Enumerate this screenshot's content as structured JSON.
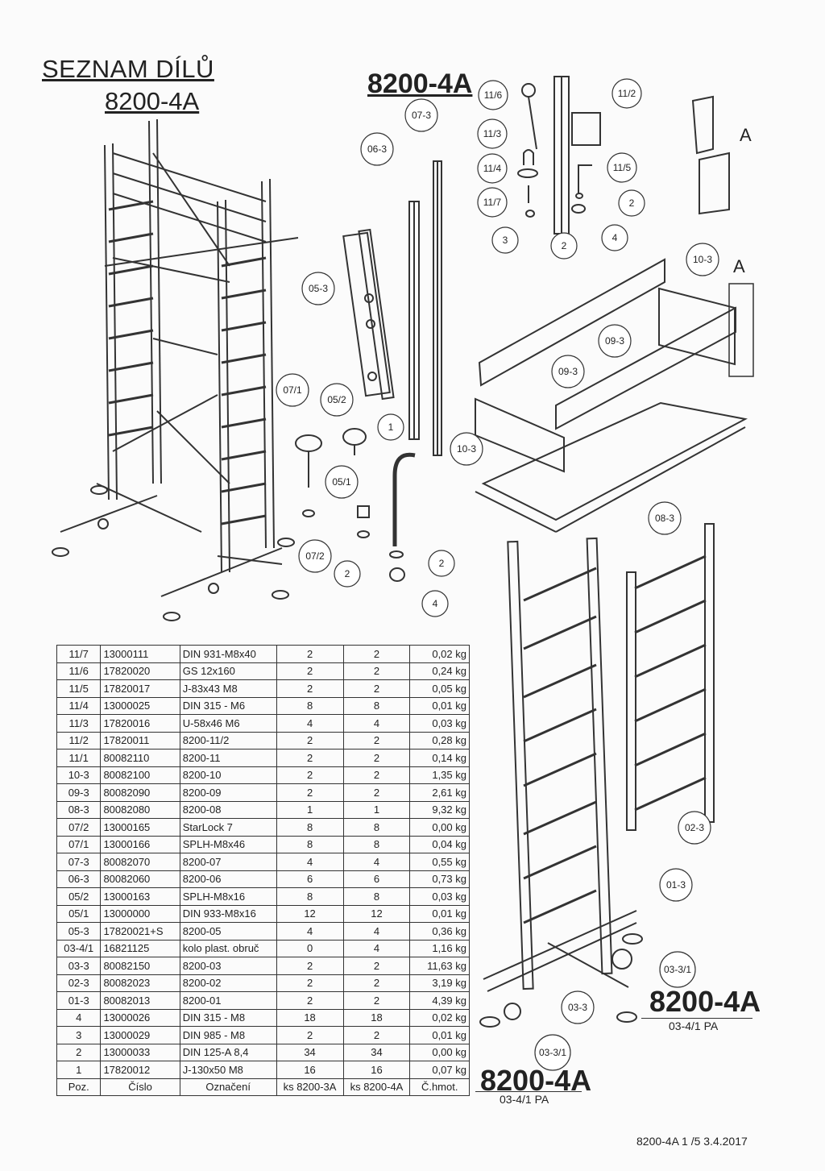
{
  "header": {
    "title": "SEZNAM DÍLŮ",
    "model": "8200-4A",
    "model_top": "8200-4A"
  },
  "callouts": {
    "c11_6": "11/6",
    "c11_2": "11/2",
    "c11_3": "11/3",
    "c11_4": "11/4",
    "c11_5": "11/5",
    "c11_7": "11/7",
    "c2a": "2",
    "c3": "3",
    "c2b": "2",
    "c4a": "4",
    "cA1": "A",
    "cA2": "A",
    "c06_3": "06-3",
    "c07_3": "07-3",
    "c05_3": "05-3",
    "c10_3a": "10-3",
    "c09_3a": "09-3",
    "c09_3b": "09-3",
    "c07_1": "07/1",
    "c05_2": "05/2",
    "c1": "1",
    "c05_1": "05/1",
    "c07_2": "07/2",
    "c2c": "2",
    "c2d": "2",
    "c4b": "4",
    "c10_3b": "10-3",
    "c08_3": "08-3",
    "c02_3": "02-3",
    "c01_3": "01-3",
    "c03_3_1a": "03-3/1",
    "c03_3": "03-3",
    "c03_3_1b": "03-3/1"
  },
  "labels": {
    "right_model": "8200-4A",
    "right_sub": "03-4/1 PA",
    "bottom_model": "8200-4A",
    "bottom_sub": "03-4/1 PA"
  },
  "footer": "8200-4A  1 /5  3.4.2017",
  "parts_table": {
    "headers": [
      "Poz.",
      "Číslo",
      "Označení",
      "ks 8200-3A",
      "ks 8200-4A",
      "Č.hmot."
    ],
    "rows": [
      [
        "11/7",
        "13000111",
        "DIN 931-M8x40",
        "2",
        "2",
        "0,02 kg"
      ],
      [
        "11/6",
        "17820020",
        "GS 12x160",
        "2",
        "2",
        "0,24 kg"
      ],
      [
        "11/5",
        "17820017",
        "J-83x43 M8",
        "2",
        "2",
        "0,05 kg"
      ],
      [
        "11/4",
        "13000025",
        "DIN 315 - M6",
        "8",
        "8",
        "0,01 kg"
      ],
      [
        "11/3",
        "17820016",
        "U-58x46 M6",
        "4",
        "4",
        "0,03 kg"
      ],
      [
        "11/2",
        "17820011",
        "8200-11/2",
        "2",
        "2",
        "0,28 kg"
      ],
      [
        "11/1",
        "80082110",
        "8200-11",
        "2",
        "2",
        "0,14 kg"
      ],
      [
        "10-3",
        "80082100",
        "8200-10",
        "2",
        "2",
        "1,35 kg"
      ],
      [
        "09-3",
        "80082090",
        "8200-09",
        "2",
        "2",
        "2,61 kg"
      ],
      [
        "08-3",
        "80082080",
        "8200-08",
        "1",
        "1",
        "9,32 kg"
      ],
      [
        "07/2",
        "13000165",
        "StarLock 7",
        "8",
        "8",
        "0,00 kg"
      ],
      [
        "07/1",
        "13000166",
        "SPLH-M8x46",
        "8",
        "8",
        "0,04 kg"
      ],
      [
        "07-3",
        "80082070",
        "8200-07",
        "4",
        "4",
        "0,55 kg"
      ],
      [
        "06-3",
        "80082060",
        "8200-06",
        "6",
        "6",
        "0,73 kg"
      ],
      [
        "05/2",
        "13000163",
        "SPLH-M8x16",
        "8",
        "8",
        "0,03 kg"
      ],
      [
        "05/1",
        "13000000",
        "DIN 933-M8x16",
        "12",
        "12",
        "0,01 kg"
      ],
      [
        "05-3",
        "17820021+S",
        "8200-05",
        "4",
        "4",
        "0,36 kg"
      ],
      [
        "03-4/1",
        "16821125",
        "kolo plast. obruč",
        "0",
        "4",
        "1,16 kg"
      ],
      [
        "03-3",
        "80082150",
        "8200-03",
        "2",
        "2",
        "11,63 kg"
      ],
      [
        "02-3",
        "80082023",
        "8200-02",
        "2",
        "2",
        "3,19 kg"
      ],
      [
        "01-3",
        "80082013",
        "8200-01",
        "2",
        "2",
        "4,39 kg"
      ],
      [
        "4",
        "13000026",
        "DIN 315 - M8",
        "18",
        "18",
        "0,02 kg"
      ],
      [
        "3",
        "13000029",
        "DIN 985 - M8",
        "2",
        "2",
        "0,01 kg"
      ],
      [
        "2",
        "13000033",
        "DIN 125-A 8,4",
        "34",
        "34",
        "0,00 kg"
      ],
      [
        "1",
        "17820012",
        "J-130x50 M8",
        "16",
        "16",
        "0,07 kg"
      ]
    ]
  }
}
